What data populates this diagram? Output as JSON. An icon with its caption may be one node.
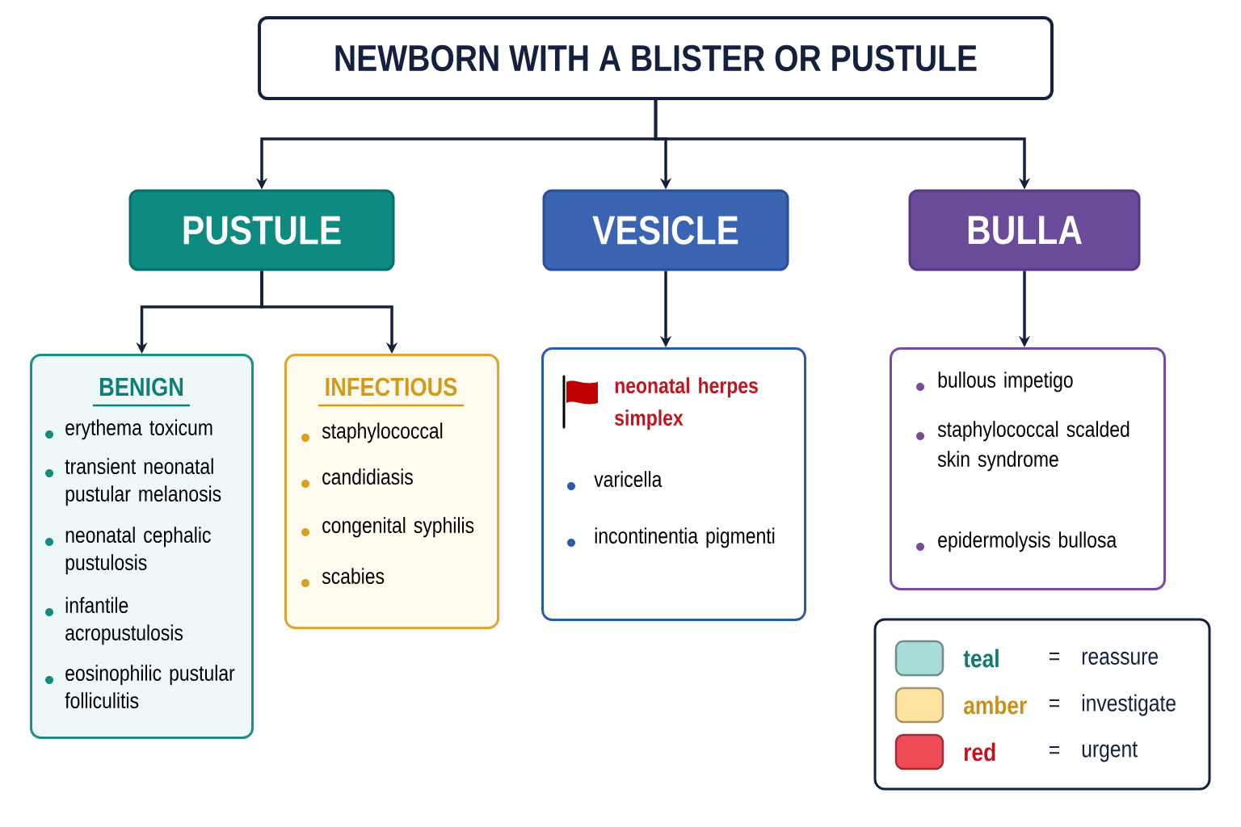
{
  "diagram": {
    "nodes": [
      {
        "text": [
          "NEWBORN WITH A BLISTER OR PUSTULE"
        ]
      },
      {
        "text": [
          "PUSTULE"
        ]
      },
      {
        "text": [
          "VESICLE"
        ]
      },
      {
        "text": [
          "BULLA"
        ]
      },
      {
        "text": [
          "BENIGN",
          "erythema toxicum",
          "transient neonatal pustular melanosis",
          "neonatal cephalic pustulosis",
          "infantile acropustulosis",
          "eosinophilic pustular folliculitis"
        ]
      },
      {
        "text": [
          "INFECTIOUS",
          "staphylococcal",
          "candidiasis",
          "congenital syphilis",
          "scabies"
        ]
      },
      {
        "text": [
          "neonatal herpes simplex",
          "varicella",
          "incontinentia pigmenti"
        ]
      },
      {
        "text": [
          "bullous impetigo",
          "staphylococcal scalded skin syndrome",
          "epidermolysis bullosa"
        ]
      }
    ],
    "edges": [
      {
        "from": 0,
        "to": 1,
        "arrow": "to"
      },
      {
        "from": 0,
        "to": 2,
        "arrow": "to"
      },
      {
        "from": 0,
        "to": 3,
        "arrow": "to"
      },
      {
        "from": 1,
        "to": 4,
        "arrow": "to"
      },
      {
        "from": 1,
        "to": 5,
        "arrow": "to"
      },
      {
        "from": 2,
        "to": 6,
        "arrow": "to"
      },
      {
        "from": 3,
        "to": 7,
        "arrow": "to"
      }
    ],
    "labels": [
      "teal",
      "=",
      "amber",
      "=",
      "red",
      "="
    ],
    "legend": [
      {
        "text": "reassure",
        "color": "#a8dcd8"
      },
      {
        "text": "investigate",
        "color": "#fde3a0"
      },
      {
        "text": "urgent",
        "color": "#ef4b56"
      }
    ]
  }
}
